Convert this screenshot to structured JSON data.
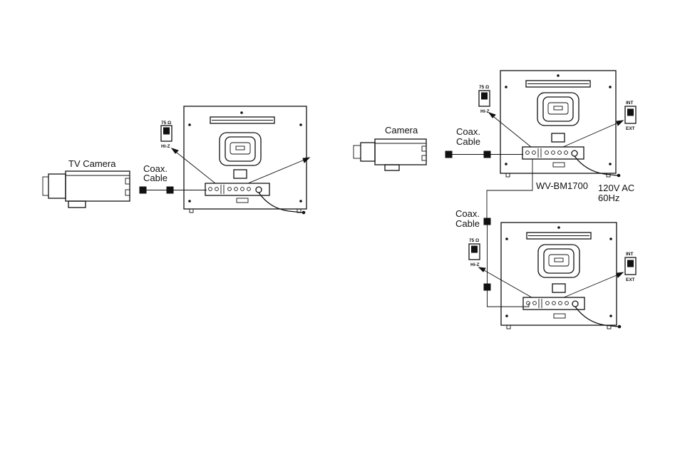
{
  "left_setup": {
    "camera_label": "TV Camera",
    "cable_label_line1": "Coax.",
    "cable_label_line2": "Cable",
    "switch_top": "75 Ω",
    "switch_bottom": "Hi-Z"
  },
  "right_setup": {
    "camera_label": "Camera",
    "cable_label_line1": "Coax.",
    "cable_label_line2": "Cable",
    "model_label": "WV-BM1700",
    "power_line1": "120V AC",
    "power_line2": "60Hz",
    "lower_cable_line1": "Coax.",
    "lower_cable_line2": "Cable",
    "top_switch_top": "75 Ω",
    "top_switch_bottom": "Hi-Z",
    "top_sync_top": "INT",
    "top_sync_bottom": "EXT",
    "bottom_switch_top": "75 Ω",
    "bottom_switch_bottom": "Hi-Z",
    "bottom_sync_top": "INT",
    "bottom_sync_bottom": "EXT"
  }
}
